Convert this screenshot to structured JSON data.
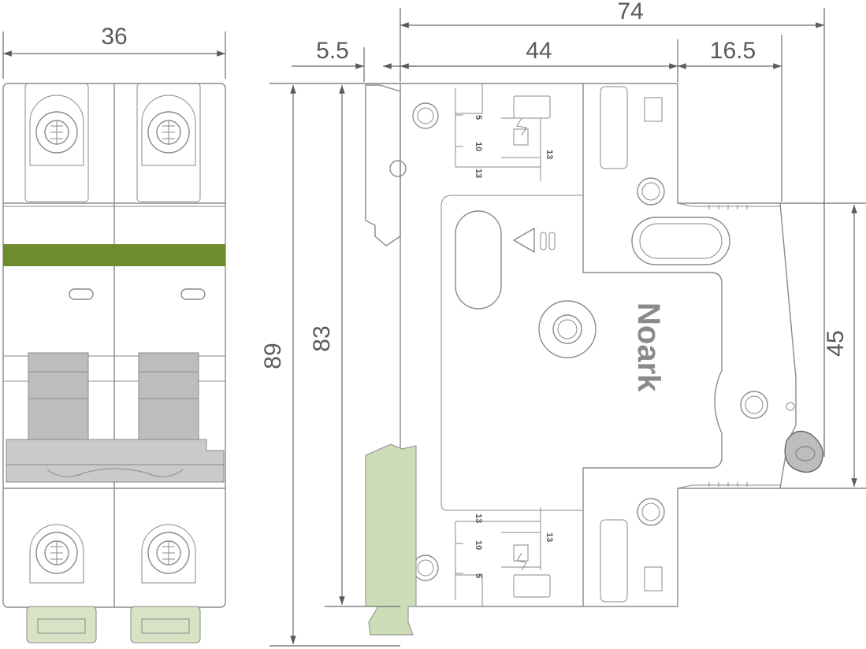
{
  "dimensions": {
    "front_width": "36",
    "overall_depth": "74",
    "rear_offset": "5.5",
    "body_depth": "44",
    "front_protrusion": "16.5",
    "overall_height": "89",
    "body_height": "83",
    "front_face_height": "45"
  },
  "markings": {
    "scale_top": [
      "5",
      "10",
      "13"
    ],
    "scale_bottom": [
      "13",
      "10",
      "5"
    ],
    "scale_side": "13",
    "brand": "Noark"
  },
  "colors": {
    "stripe": "#6c8c2e",
    "handle": "#bdbdbd",
    "din_clip": "#cdddb8",
    "terminal_clip": "#d7e3c4",
    "outline": "#8a8a8a"
  }
}
